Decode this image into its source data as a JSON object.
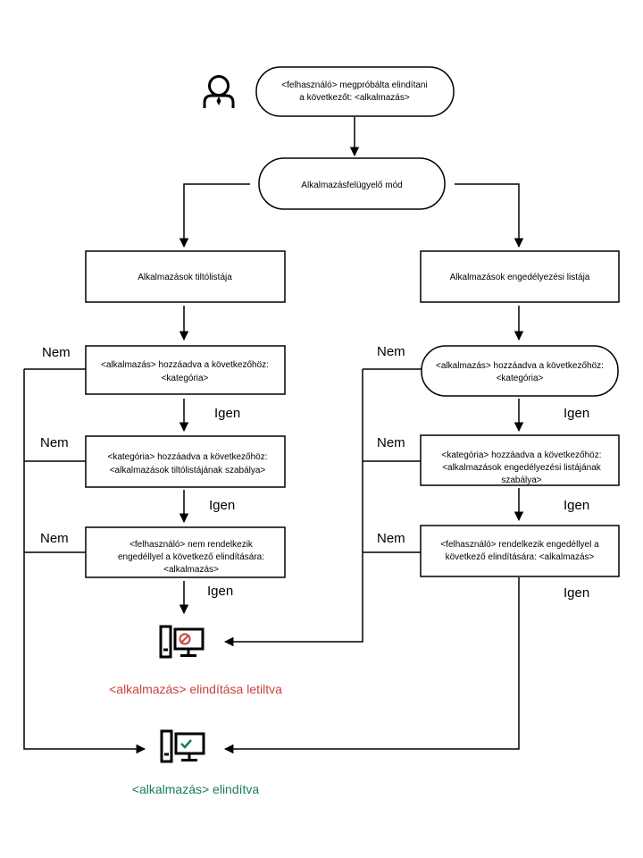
{
  "colors": {
    "blocked": "#c8423e",
    "allowed": "#1a7a5a",
    "line": "#000000"
  },
  "icons": {
    "user": "user-tie-icon",
    "blocked": "computer-blocked-icon",
    "allowed": "computer-allowed-icon"
  },
  "start": {
    "line1": "<felhasználó> megpróbálta elindítani",
    "line2": "a következőt: <alkalmazás>"
  },
  "mode": {
    "label": "Alkalmazásfelügyelő mód"
  },
  "left": {
    "list_label": "Alkalmazások tiltólistája",
    "q1": {
      "line1": "<alkalmazás>  hozzáadva a következőhöz:",
      "line2": "<kategória>"
    },
    "q2": {
      "line1": "<kategória>  hozzáadva a következőhöz:",
      "line2": "<alkalmazások tiltólistájának szabálya>"
    },
    "q3": {
      "line1": "<felhasználó>  nem rendelkezik",
      "line2": "engedéllyel a következő elindítására:",
      "line3": "<alkalmazás>"
    }
  },
  "right": {
    "list_label": "Alkalmazások engedélyezési listája",
    "q1": {
      "line1": "<alkalmazás>  hozzáadva a következőhöz:",
      "line2": "<kategória>"
    },
    "q2": {
      "line1": "<kategória>  hozzáadva a következőhöz:",
      "line2": "<alkalmazások engedélyezési listájának",
      "line3": "szabálya>"
    },
    "q3": {
      "line1": "<felhasználó>  rendelkezik engedéllyel a",
      "line2": "következő elindítására:  <alkalmazás>"
    }
  },
  "labels": {
    "yes": "Igen",
    "no": "Nem"
  },
  "results": {
    "blocked": "<alkalmazás>  elindítása letiltva",
    "allowed": "<alkalmazás>  elindítva"
  }
}
